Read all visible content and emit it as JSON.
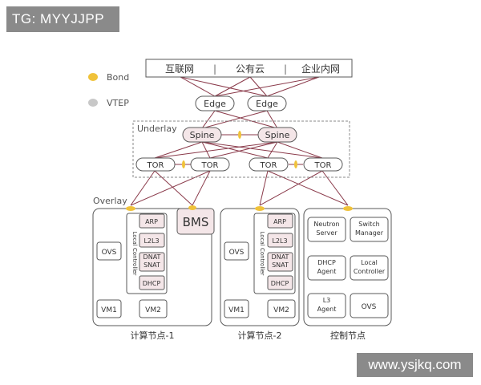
{
  "watermark_top": "TG: MYYJJPP",
  "watermark_bottom": "www.ysjkq.com",
  "legend": {
    "bond": "Bond",
    "vtep": "VTEP"
  },
  "colors": {
    "line": "#8a3a4a",
    "box_border": "#5a5a5a",
    "pink_fill": "#f4e6e8",
    "bond": "#f0c23a",
    "vtep": "#c8c8c8",
    "text": "#333333",
    "label": "#555555"
  },
  "external": {
    "internet": "互联网",
    "public_cloud": "公有云",
    "intranet": "企业内网",
    "separator": "|"
  },
  "edges": [
    "Edge",
    "Edge"
  ],
  "underlay_label": "Underlay",
  "spines": [
    "Spine",
    "Spine"
  ],
  "tors": [
    "TOR",
    "TOR",
    "TOR",
    "TOR"
  ],
  "overlay_label": "Overlay",
  "bms": "BMS",
  "compute_nodes": [
    {
      "title": "计算节点-1",
      "ovs": "OVS",
      "local_controller": "Local Controller",
      "services": [
        "ARP",
        "L2L3",
        "DNAT SNAT",
        "DHCP"
      ],
      "vms": [
        "VM1",
        "VM2"
      ]
    },
    {
      "title": "计算节点-2",
      "ovs": "OVS",
      "local_controller": "Local Controller",
      "services": [
        "ARP",
        "L2L3",
        "DNAT SNAT",
        "DHCP"
      ],
      "vms": [
        "VM1",
        "VM2"
      ]
    }
  ],
  "control_node": {
    "title": "控制节点",
    "items": [
      "Neutron Server",
      "Switch Manager",
      "DHCP Agent",
      "Local Controller",
      "L3 Agent",
      "OVS"
    ]
  }
}
